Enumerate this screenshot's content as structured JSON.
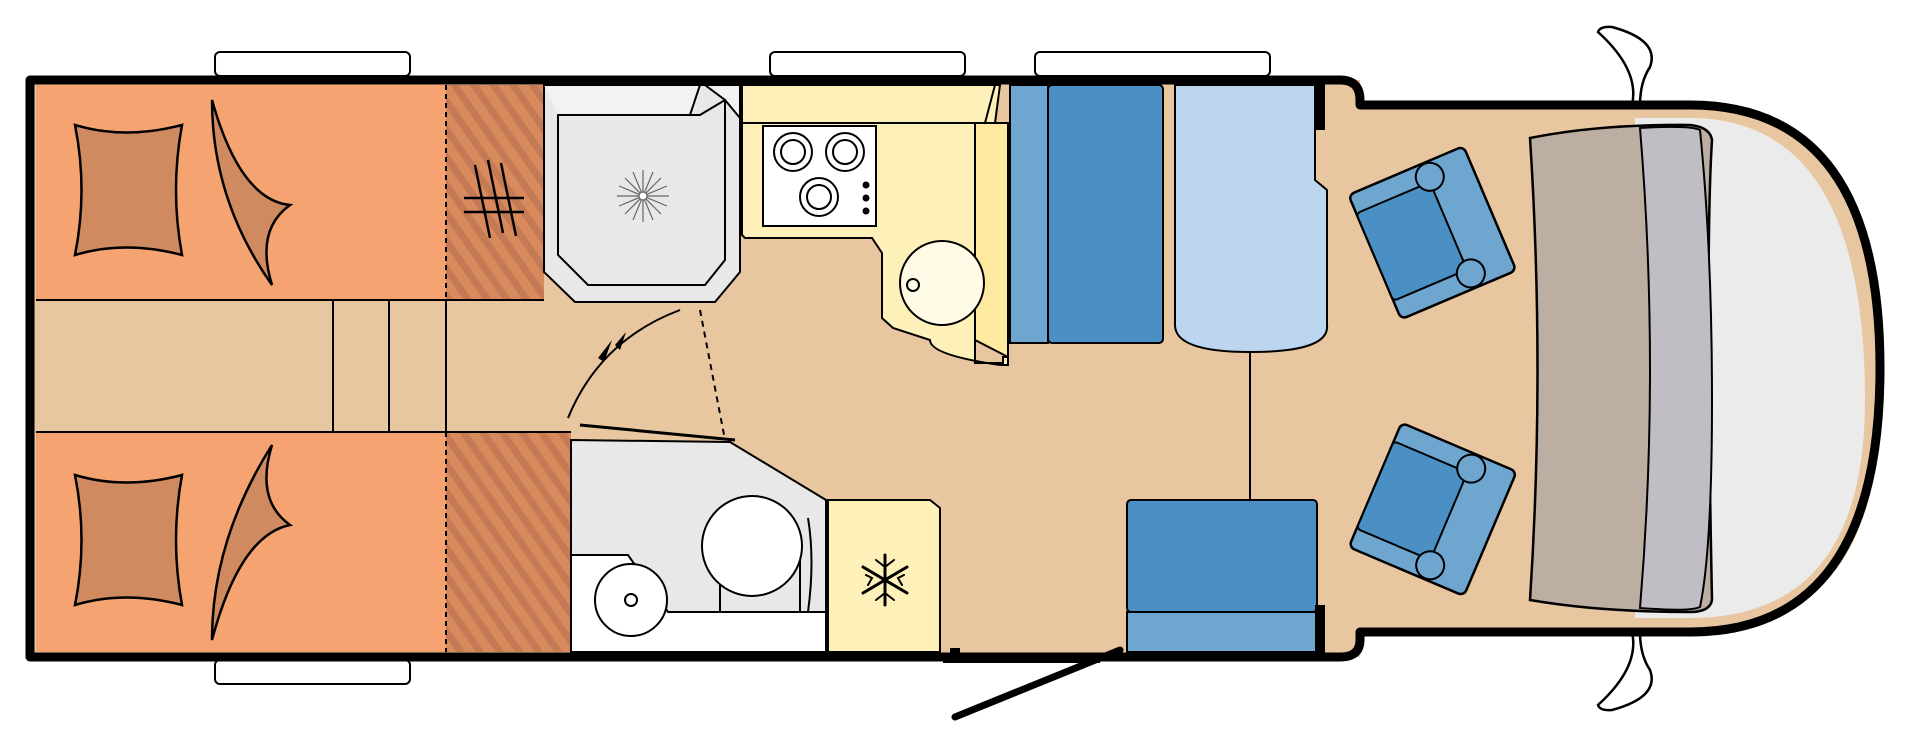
{
  "floorplan": {
    "zones": [
      {
        "id": "bed-left-upper",
        "kind": "single-bed"
      },
      {
        "id": "bed-left-lower",
        "kind": "single-bed"
      },
      {
        "id": "center-aisle",
        "kind": "aisle-steps"
      },
      {
        "id": "shower-room",
        "kind": "shower"
      },
      {
        "id": "kitchen",
        "kind": "kitchen"
      },
      {
        "id": "dinette-bench",
        "kind": "bench"
      },
      {
        "id": "table",
        "kind": "table"
      },
      {
        "id": "washroom",
        "kind": "toilet-basin"
      },
      {
        "id": "fridge",
        "kind": "refrigerator"
      },
      {
        "id": "side-bench",
        "kind": "bench"
      },
      {
        "id": "cab-seats",
        "kind": "swivel-seats"
      },
      {
        "id": "cab-dashboard",
        "kind": "dashboard"
      }
    ],
    "icons": [
      "shower-drain-icon",
      "stove-icon",
      "sink-icon",
      "toilet-icon",
      "snowflake-icon",
      "door-swing-arc-icon",
      "ladder-icon"
    ],
    "colors": {
      "bed": "#f4a371",
      "pillow": "#d08a60",
      "floor": "#e8c6a0",
      "kitchen": "#fdf0b8",
      "bench_dark": "#4a90c4",
      "bench_light": "#6ea6d0",
      "table": "#bdd6ef",
      "wet_room": "#e8e8e8",
      "dashboard": "#bdaea2",
      "windshield": "#c0bec4",
      "cab_nose": "#ebebeb",
      "outline": "#000000"
    }
  }
}
